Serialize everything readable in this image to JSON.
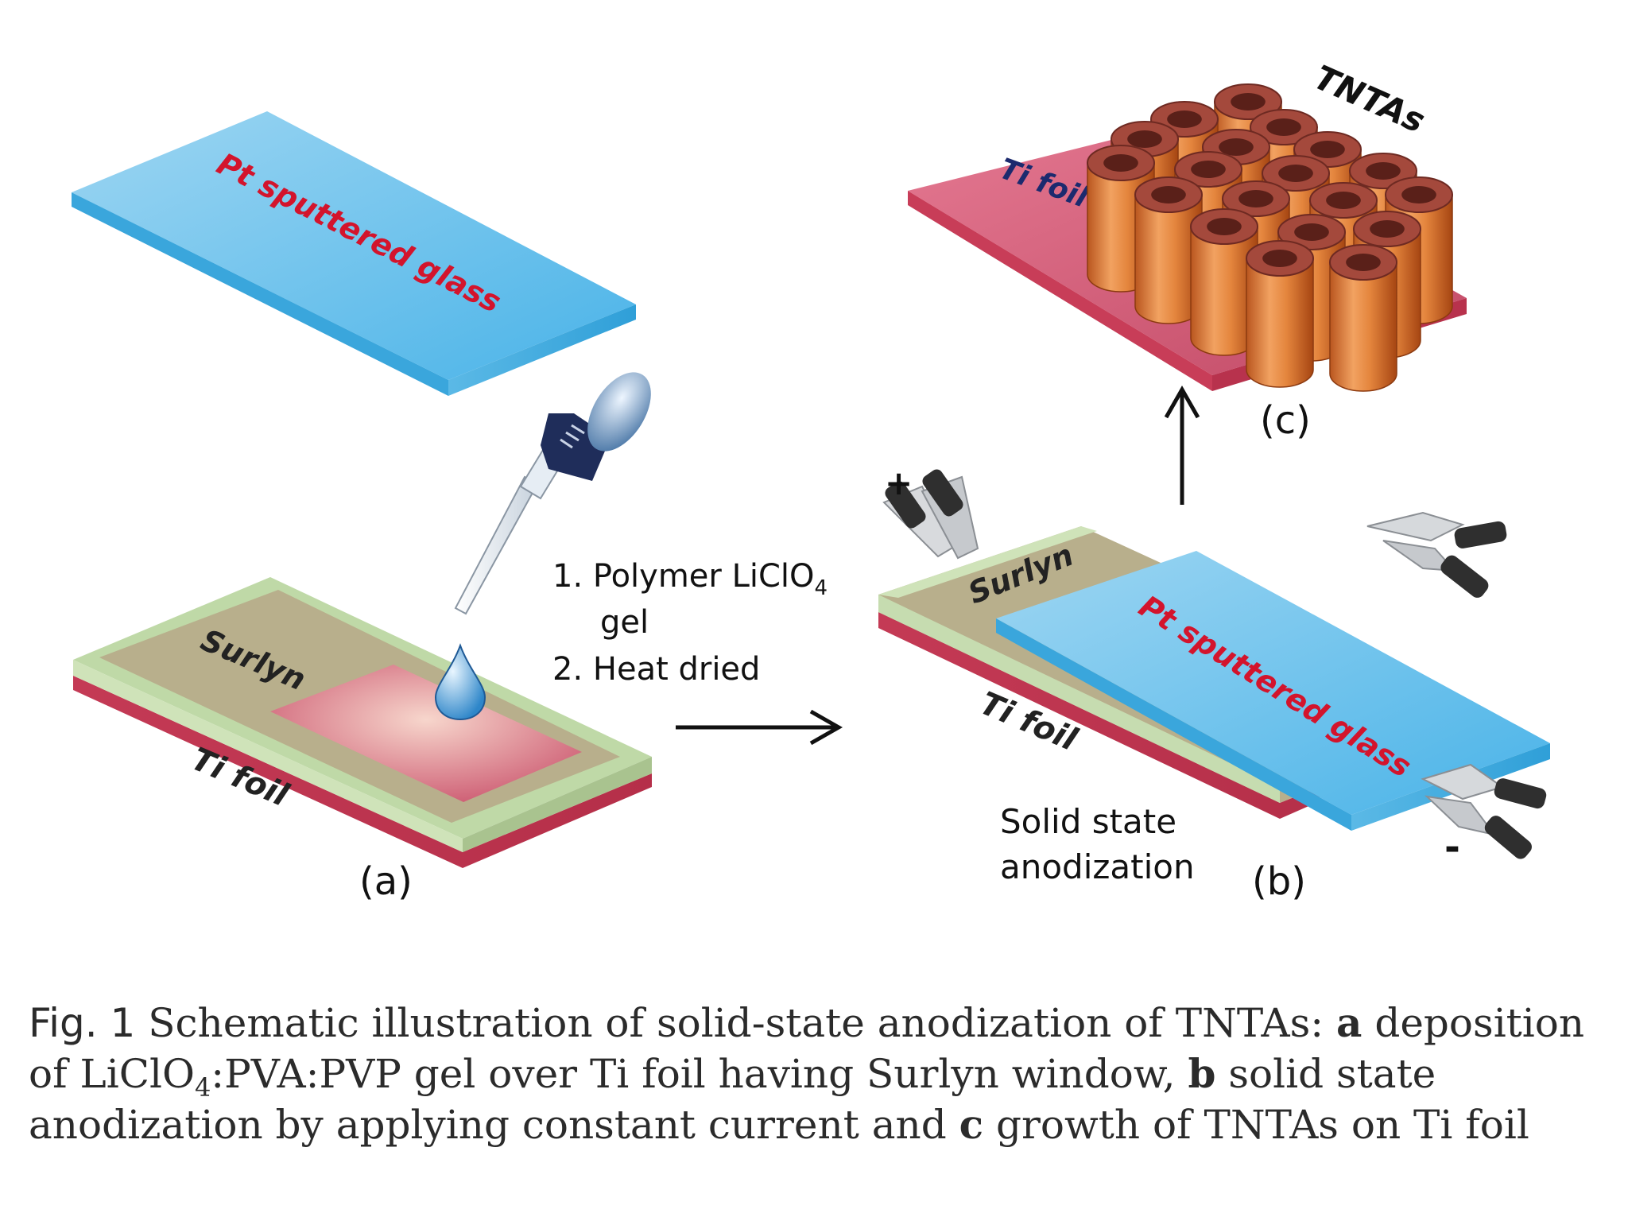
{
  "diagram": {
    "pt_top_label": "Pt sputtered glass",
    "surlyn_a": "Surlyn",
    "ti_foil_a": "Ti foil",
    "panel_a": "(a)",
    "step1_prefix": "1. Polymer LiClO",
    "step1_sub": "4",
    "step1_line2": "gel",
    "step2": "2. Heat dried",
    "plus_sign": "+",
    "surlyn_b": "Surlyn",
    "pt_b_label": "Pt sputtered glass",
    "ti_foil_b": "Ti foil",
    "solid_state_line1": "Solid state",
    "solid_state_line2": "anodization",
    "panel_b": "(b)",
    "minus_sign": "-",
    "panel_c": "(c)",
    "ti_foil_c": "Ti foil",
    "tntas_label": "TNTAs"
  },
  "caption": {
    "fig_label": "Fig. 1",
    "t1": "Schematic illustration of solid-state anodization of TNTAs:",
    "b_a": "a",
    "t2": "deposition of LiClO",
    "t2_sub": "4",
    "t3": ":PVA:PVP gel over Ti foil having Surlyn window,",
    "b_b": "b",
    "t4": "solid state anodization by applying constant current and",
    "b_c": "c",
    "t5": "growth of TNTAs on Ti foil"
  }
}
